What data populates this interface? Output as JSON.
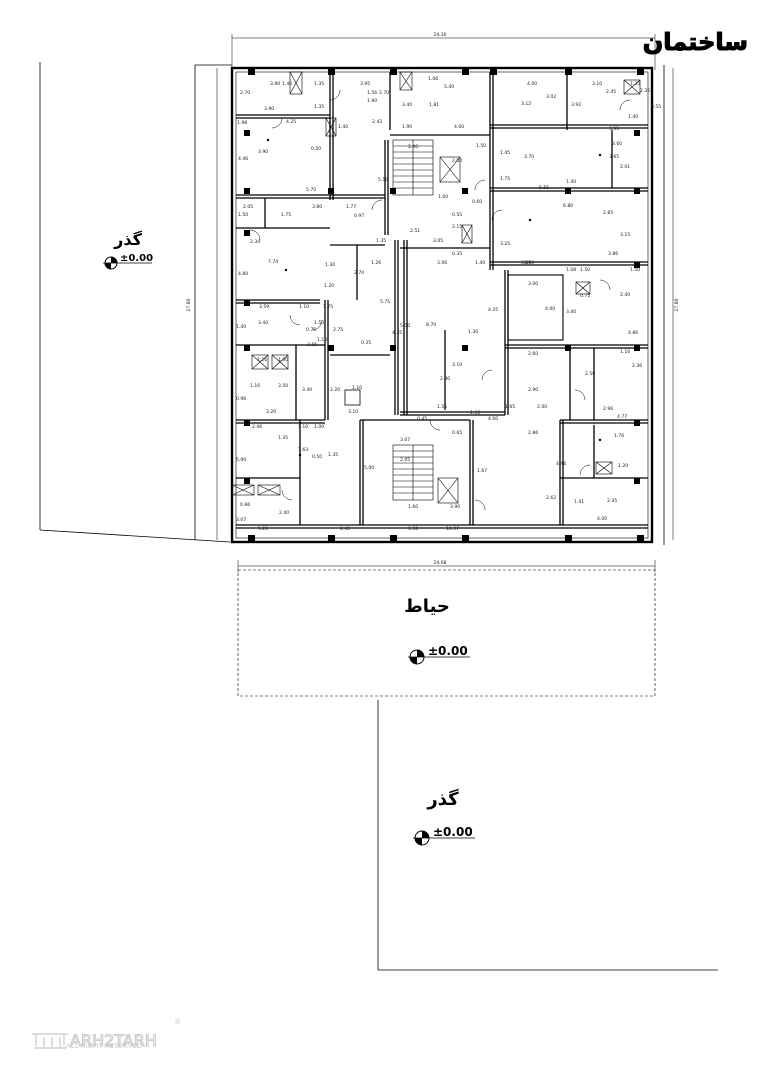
{
  "title": "ساختمان",
  "overall_dims": {
    "top": "24.30",
    "bottom": "24.68",
    "left": "27.80",
    "right": "27.80"
  },
  "labels": {
    "street_left": "گذر",
    "street_bottom": "گذر",
    "yard": "حیاط",
    "level_left": "±0.00",
    "level_yard": "±0.00",
    "level_bottom": "±0.00"
  },
  "dimensions": [
    "3.90",
    "1.40",
    "1.35",
    "3.95",
    "1.06",
    "5.40",
    "4.00",
    "3.10",
    "1.35",
    "2.70",
    "1.56",
    "2.70",
    "1.90",
    "3.02",
    "2.45",
    "2.35",
    "0.55",
    "3.90",
    "1.35",
    "1.81",
    "1.40",
    "3.40",
    "1.40",
    "3.92",
    "3.55",
    "4.25",
    "3.12",
    "4.00",
    "2.43",
    "1.98",
    "1.90",
    "3.90",
    "0.50",
    "2.40",
    "1.50",
    "1.45",
    "3.70",
    "3.60",
    "3.65",
    "4.46",
    "5.10",
    "2.00",
    "1.75",
    "2.01",
    "1.40",
    "5.70",
    "5.55",
    "1.00",
    "0.60",
    "6.80",
    "2.85",
    "2.05",
    "3.80",
    "1.77",
    "0.55",
    "1.50",
    "1.75",
    "0.97",
    "2.15",
    "1.35",
    "2.51",
    "3.05",
    "3.25",
    "3.15",
    "2.34",
    "0.35",
    "3.80",
    "3.86",
    "4.80",
    "7.74",
    "1.30",
    "1.26",
    "3.06",
    "1.40",
    "3.90",
    "1.08",
    "1.50",
    "1.50",
    "2.70",
    "0.75",
    "2.40",
    "3.00",
    "4.00",
    "3.40",
    "1.20",
    "5.75",
    "4.25",
    "3.59",
    "1.10",
    "1.75",
    "1.40",
    "1.50",
    "5.00",
    "8.70",
    "4.86",
    "3.40",
    "0.75",
    "1.10",
    "1.30",
    "2.75",
    "0.35",
    "4.35",
    "1.16",
    "1.26",
    "1.30",
    "2.65",
    "3.10",
    "2.60",
    "2.50",
    "2.36",
    "1.16",
    "3.50",
    "3.40",
    "2.20",
    "2.90",
    "2.90",
    "0.96",
    "1.10",
    "3.10",
    "1.55",
    "1.50",
    "1.65",
    "2.00",
    "2.96",
    "4.77",
    "3.20",
    "0.45",
    "0.65",
    "4.60",
    "2.86",
    "2.46",
    "1.10",
    "1.00",
    "3.07",
    "1.76",
    "1.35",
    "1.63",
    "1.35",
    "0.50",
    "2.05",
    "4.46",
    "5.90",
    "5.00",
    "1.67",
    "1.20",
    "1.41",
    "0.86",
    "2.62",
    "2.35",
    "3.07",
    "2.40",
    "1.60",
    "3.90",
    "4.00",
    "5.21",
    "2.40",
    "1.50",
    "10.37"
  ],
  "watermark": {
    "brand": "ARH2TARH",
    "rights": "ALL RIGHT RESERVED",
    "mark": "®"
  }
}
